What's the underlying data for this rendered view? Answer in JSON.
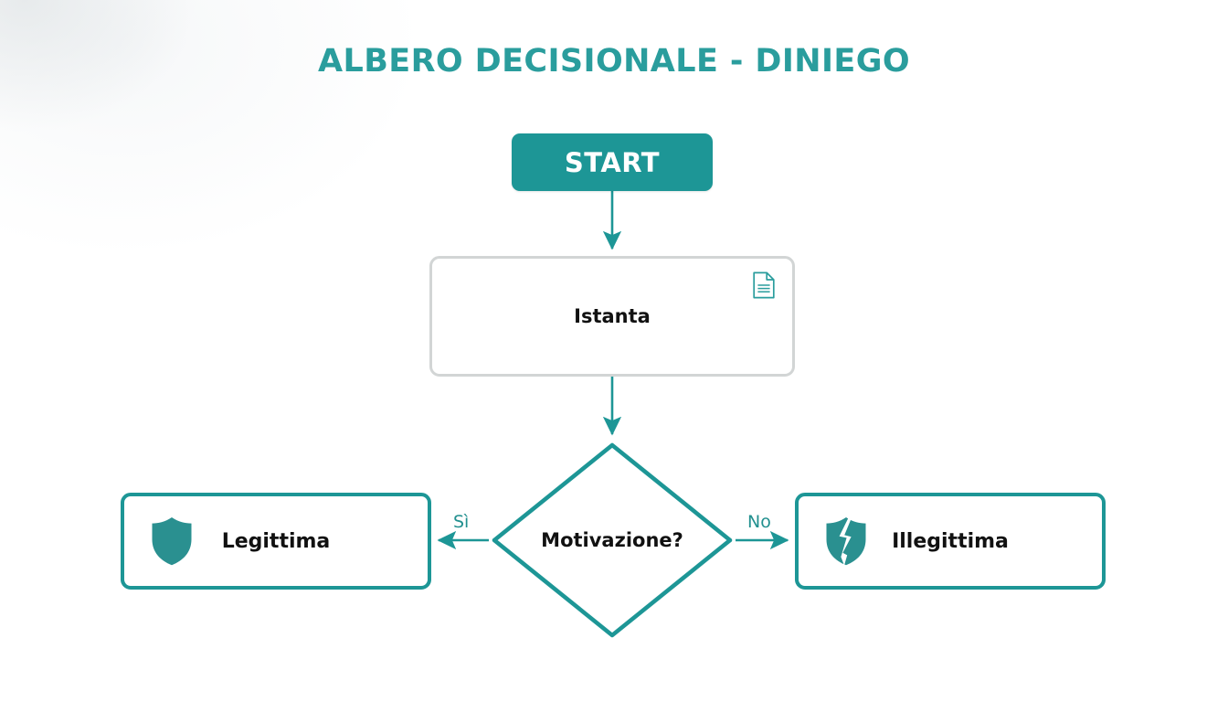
{
  "diagram": {
    "title": "ALBERO DECISIONALE - DINIEGO",
    "type": "flowchart",
    "language": "it",
    "colors": {
      "accent_teal": "#1d9696",
      "title_teal": "#2a9d9d",
      "label_teal": "#22908f",
      "neutral_border": "#d2d5d5",
      "text_dark": "#111111",
      "node_fill_white": "#ffffff",
      "background": "#ffffff"
    },
    "nodes": [
      {
        "id": "start",
        "label": "START",
        "shape": "rounded-rectangle",
        "style": "filled",
        "icon": null
      },
      {
        "id": "istanta",
        "label": "Istanta",
        "shape": "rounded-rectangle",
        "style": "outlined-gray",
        "icon": "document-icon"
      },
      {
        "id": "decision",
        "label": "Motivazione?",
        "shape": "diamond",
        "style": "outlined-teal",
        "icon": null
      },
      {
        "id": "legittima",
        "label": "Legittima",
        "shape": "rounded-rectangle",
        "style": "outlined-teal",
        "icon": "shield-icon"
      },
      {
        "id": "illegittima",
        "label": "Illegittima",
        "shape": "rounded-rectangle",
        "style": "outlined-teal",
        "icon": "broken-shield-icon"
      }
    ],
    "edges": [
      {
        "id": "e1",
        "from": "start",
        "to": "istanta",
        "label": "",
        "direction": "down"
      },
      {
        "id": "e2",
        "from": "istanta",
        "to": "decision",
        "label": "",
        "direction": "down"
      },
      {
        "id": "e3",
        "from": "decision",
        "to": "legittima",
        "label": "Sì",
        "direction": "left"
      },
      {
        "id": "e4",
        "from": "decision",
        "to": "illegittima",
        "label": "No",
        "direction": "right"
      }
    ]
  }
}
